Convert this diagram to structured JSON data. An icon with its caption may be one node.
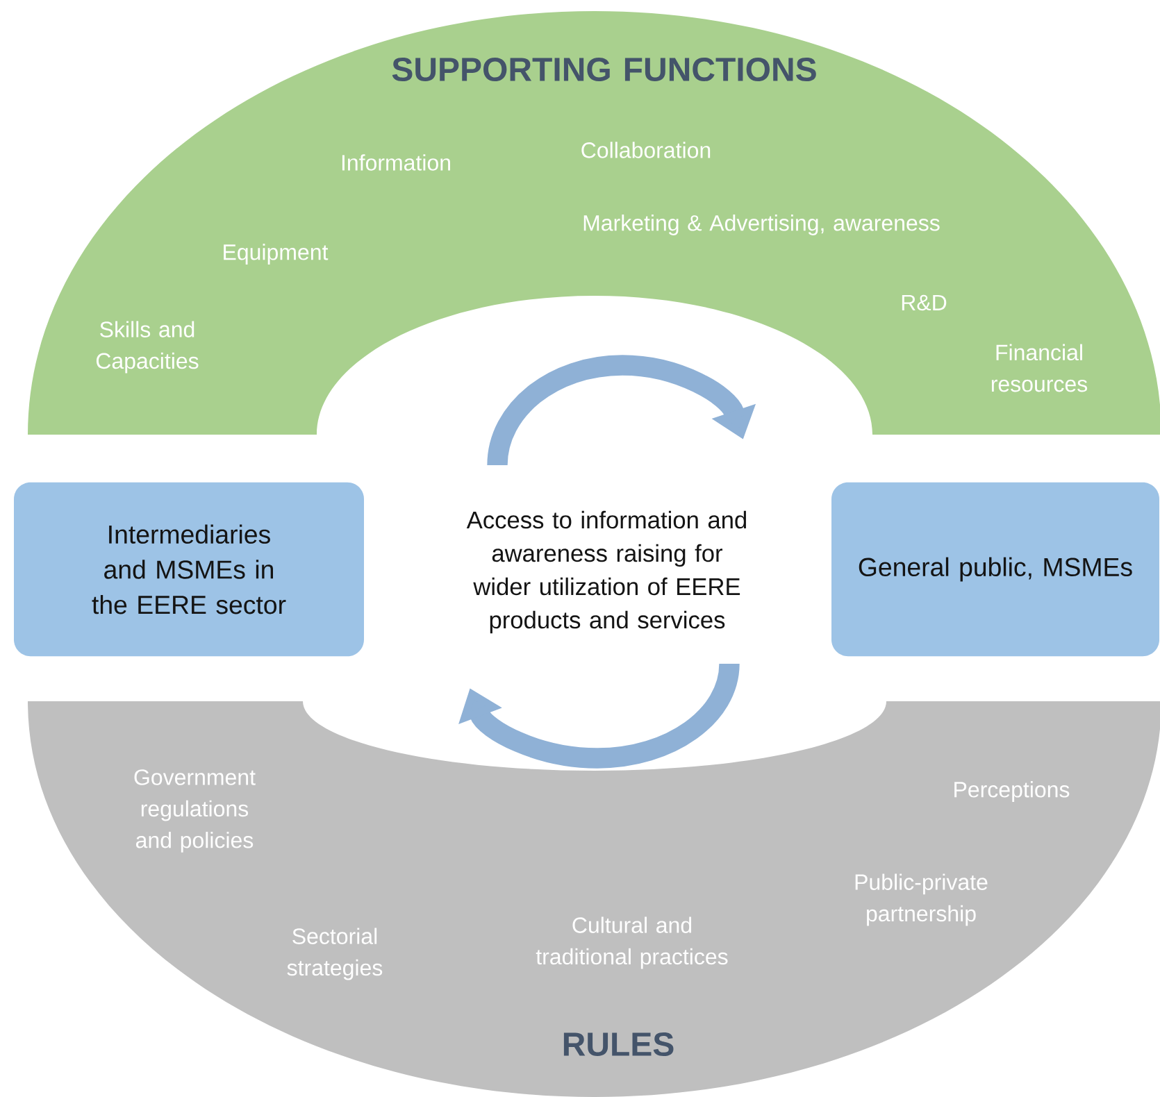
{
  "diagram": {
    "nodes": [
      {
        "text": [
          "SUPPORTING FUNCTIONS",
          "Collaboration",
          "Information",
          "Marketing & Advertising, awareness",
          "Equipment",
          "R&D",
          "Skills and Capacities",
          "Financial resources"
        ]
      },
      {
        "text": [
          "Intermediaries and MSMEs in the EERE sector"
        ]
      },
      {
        "text": [
          "General public, MSMEs"
        ]
      },
      {
        "text": [
          "Government regulations and policies",
          "Perceptions",
          "Public-private partnership",
          "Sectorial strategies",
          "Cultural and traditional practices",
          "RULES"
        ]
      }
    ],
    "labels": [
      "Access to information and awareness raising for wider utilization of EERE products and services"
    ]
  }
}
